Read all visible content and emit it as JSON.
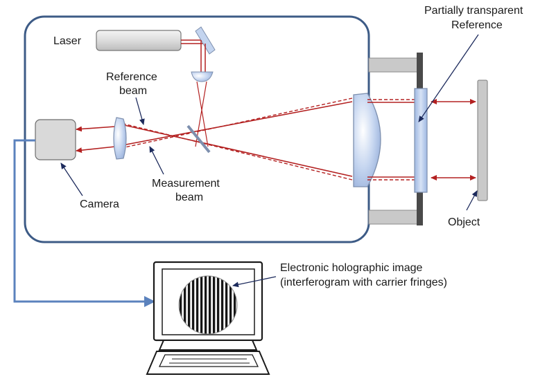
{
  "labels": {
    "laser": "Laser",
    "reference_beam_1": "Reference",
    "reference_beam_2": "beam",
    "measurement_beam_1": "Measurement",
    "measurement_beam_2": "beam",
    "camera": "Camera",
    "partial_ref_1": "Partially transparent",
    "partial_ref_2": "Reference",
    "object": "Object",
    "holo_1": "Electronic holographic image",
    "holo_2": "(interferogram with carrier fringes)"
  },
  "colors": {
    "housing": "#3d5b86",
    "beam": "#b32020",
    "optics": "#c3d4ef",
    "cable": "#5b82bd",
    "pointer": "#1c2a5c"
  }
}
